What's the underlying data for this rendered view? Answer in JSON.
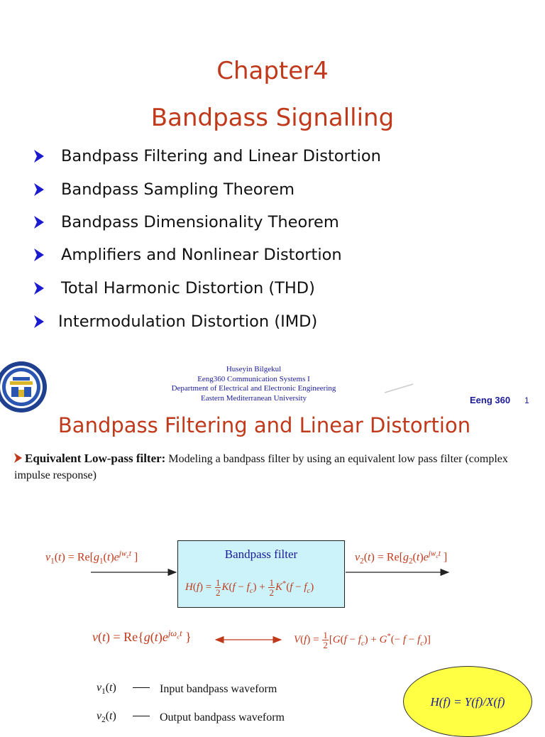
{
  "slide1": {
    "title": "Chapter4",
    "subtitle": "Bandpass Signalling",
    "bullets": [
      "Bandpass Filtering and Linear Distortion",
      "Bandpass Sampling Theorem",
      "Bandpass Dimensionality Theorem",
      "Amplifiers and Nonlinear Distortion",
      "Total Harmonic Distortion (THD)",
      "Intermodulation Distortion (IMD)"
    ],
    "footer": {
      "author": "Huseyin Bilgekul",
      "course_full": "Eeng360 Communication Systems I",
      "department": "Department of Electrical and Electronic Engineering",
      "university": "Eastern Mediterranean University",
      "course_tag": "Eeng 360",
      "page_number": "1"
    },
    "colors": {
      "title": "#c0391b",
      "bullet_arrow": "#1a1ad0",
      "footer": "#1a1a9a"
    }
  },
  "slide2": {
    "title": "Bandpass Filtering and Linear Distortion",
    "intro_term": "Equivalent Low-pass filter:",
    "intro_text": " Modeling a bandpass filter by using an equivalent low pass filter (complex impulse response)",
    "filter_box_label": "Bandpass filter",
    "legend": [
      {
        "symbol": "v1(t)",
        "text": "Input bandpass waveform"
      },
      {
        "symbol": "v2(t)",
        "text": "Output bandpass waveform"
      }
    ],
    "ratio": "H(f) = Y(f)/X(f)",
    "colors": {
      "box_fill": "#ccf3fa",
      "ellipse_fill": "#ffff44",
      "equation": "#c0391b",
      "box_label": "#1a1a9a"
    }
  }
}
